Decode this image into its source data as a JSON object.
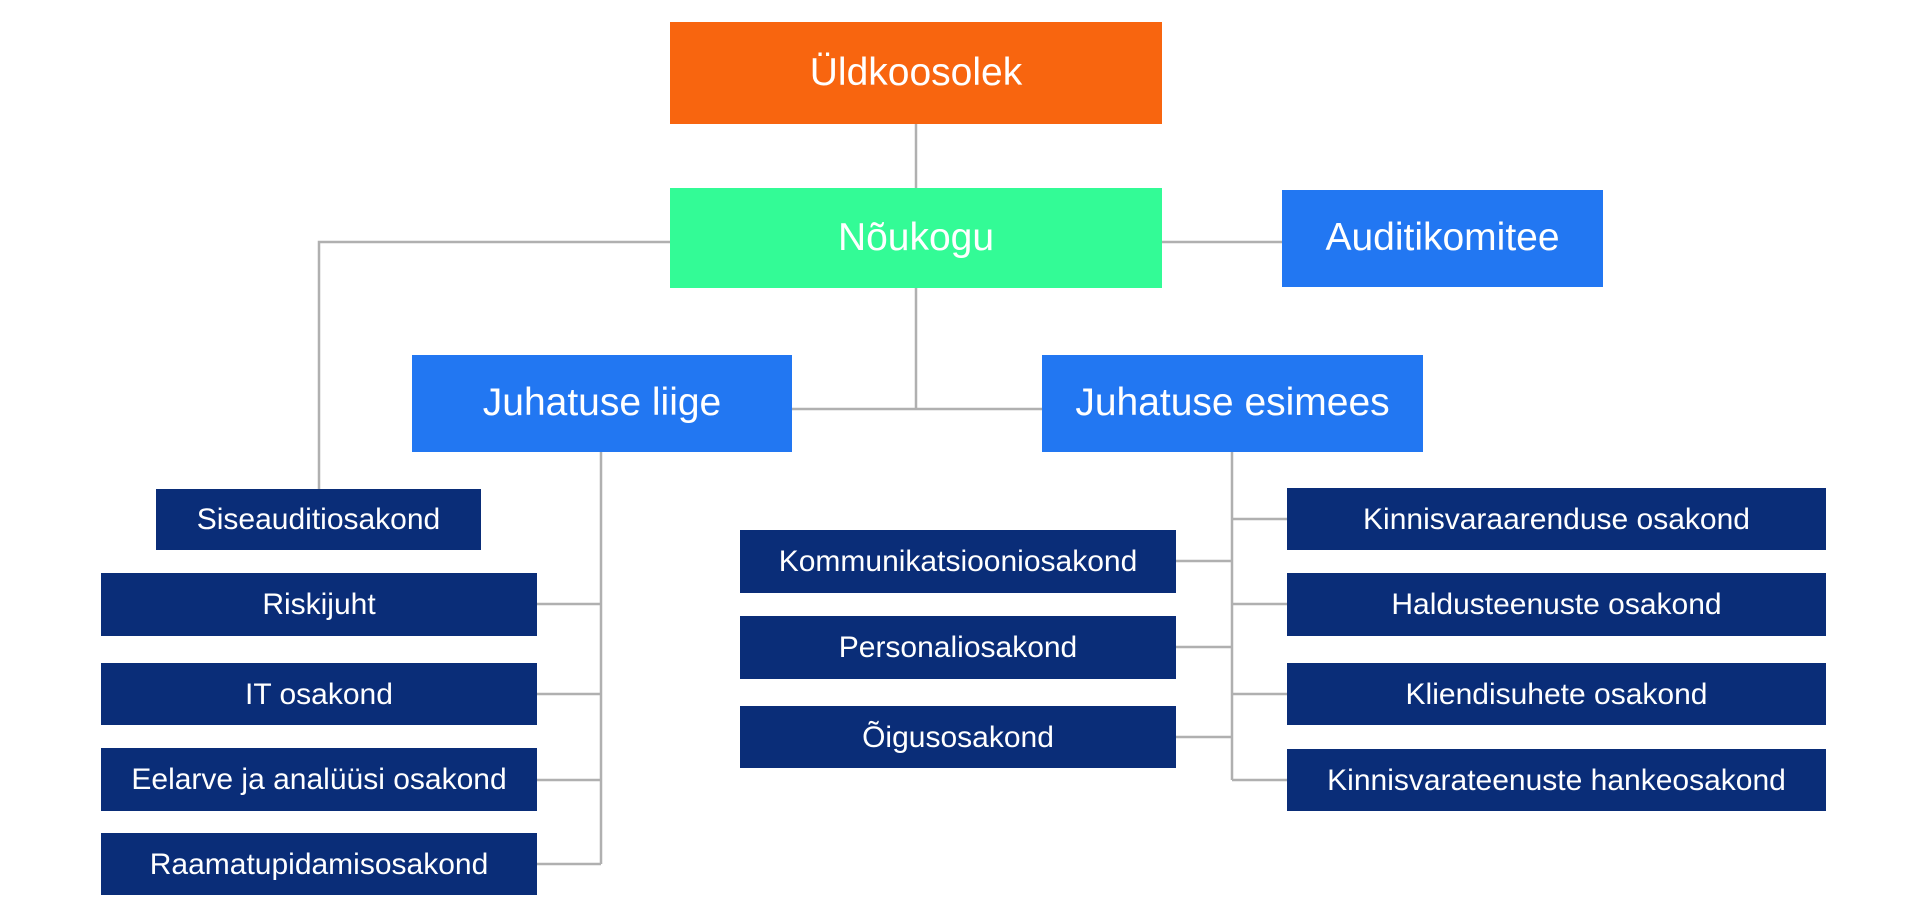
{
  "diagram": {
    "type": "org-chart",
    "language": "et",
    "colors": {
      "orange": "#f8650f",
      "green": "#33fb96",
      "blue": "#2277f2",
      "navy": "#0a2d78",
      "line": "#b0b0b0",
      "text": "#ffffff",
      "background": "#ffffff"
    },
    "nodes": {
      "uldkoosolek": {
        "label": "Üldkoosolek",
        "color_role": "orange"
      },
      "noukogu": {
        "label": "Nõukogu",
        "color_role": "green"
      },
      "auditikomitee": {
        "label": "Auditikomitee",
        "color_role": "blue"
      },
      "juhatuse_liige": {
        "label": "Juhatuse liige",
        "color_role": "blue"
      },
      "juhatuse_esimees": {
        "label": "Juhatuse esimees",
        "color_role": "blue"
      },
      "siseauditiosakond": {
        "label": "Siseauditiosakond",
        "color_role": "navy"
      },
      "riskijuht": {
        "label": "Riskijuht",
        "color_role": "navy"
      },
      "it_osakond": {
        "label": "IT osakond",
        "color_role": "navy"
      },
      "eelarve_ja_analuusi_osakond": {
        "label": "Eelarve ja analüüsi osakond",
        "color_role": "navy"
      },
      "raamatupidamisosakond": {
        "label": "Raamatupidamisosakond",
        "color_role": "navy"
      },
      "kommunikatsiooniosakond": {
        "label": "Kommunikatsiooniosakond",
        "color_role": "navy"
      },
      "personaliosakond": {
        "label": "Personaliosakond",
        "color_role": "navy"
      },
      "oigusosakond": {
        "label": "Õigusosakond",
        "color_role": "navy"
      },
      "kinnisvaraarenduse_osakond": {
        "label": "Kinnisvaraarenduse osakond",
        "color_role": "navy"
      },
      "haldusteenuste_osakond": {
        "label": "Haldusteenuste osakond",
        "color_role": "navy"
      },
      "kliendisuhete_osakond": {
        "label": "Kliendisuhete osakond",
        "color_role": "navy"
      },
      "kinnisvarateenuste_hankeosakond": {
        "label": "Kinnisvarateenuste hankeosakond",
        "color_role": "navy"
      }
    },
    "structure": {
      "uldkoosolek": [
        "noukogu"
      ],
      "noukogu": [
        "auditikomitee",
        "siseauditiosakond",
        "juhatuse_liige",
        "juhatuse_esimees"
      ],
      "juhatuse_liige": [
        "riskijuht",
        "it_osakond",
        "eelarve_ja_analuusi_osakond",
        "raamatupidamisosakond"
      ],
      "juhatuse_esimees": [
        "kommunikatsiooniosakond",
        "personaliosakond",
        "oigusosakond",
        "kinnisvaraarenduse_osakond",
        "haldusteenuste_osakond",
        "kliendisuhete_osakond",
        "kinnisvarateenuste_hankeosakond"
      ]
    }
  }
}
